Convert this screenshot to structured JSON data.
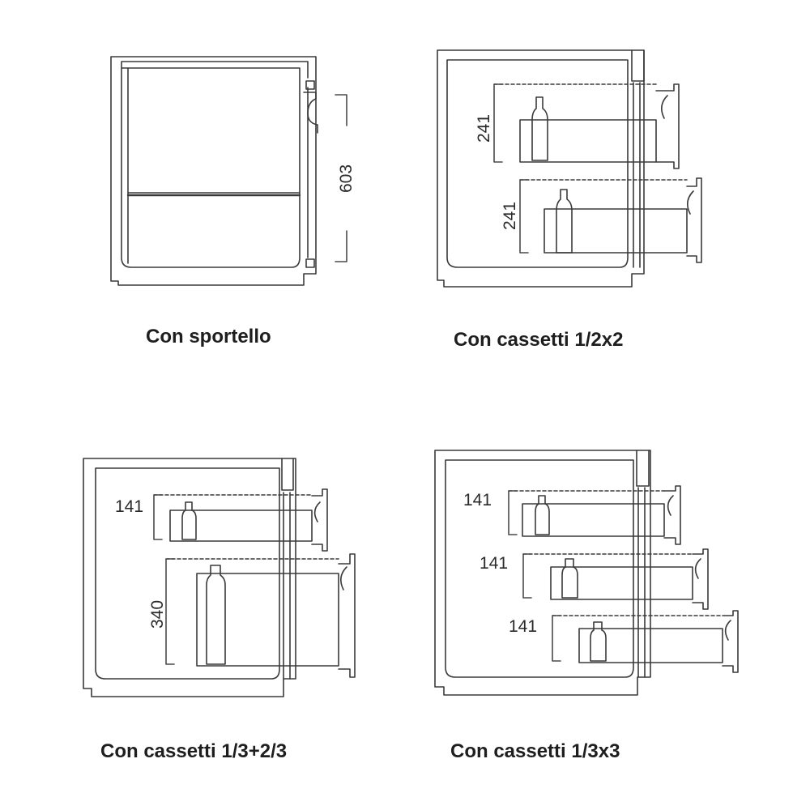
{
  "colors": {
    "line": "#3a3a3a",
    "dim_line": "#4a4a4a",
    "text": "#1e1e1e",
    "background": "#ffffff"
  },
  "diagrams": [
    {
      "caption": "Con sportello",
      "dimensions": [
        "603"
      ]
    },
    {
      "caption": "Con cassetti 1/2x2",
      "dimensions": [
        "241",
        "241"
      ]
    },
    {
      "caption": "Con cassetti 1/3+2/3",
      "dimensions": [
        "141",
        "340"
      ]
    },
    {
      "caption": "Con cassetti 1/3x3",
      "dimensions": [
        "141",
        "141",
        "141"
      ]
    }
  ]
}
